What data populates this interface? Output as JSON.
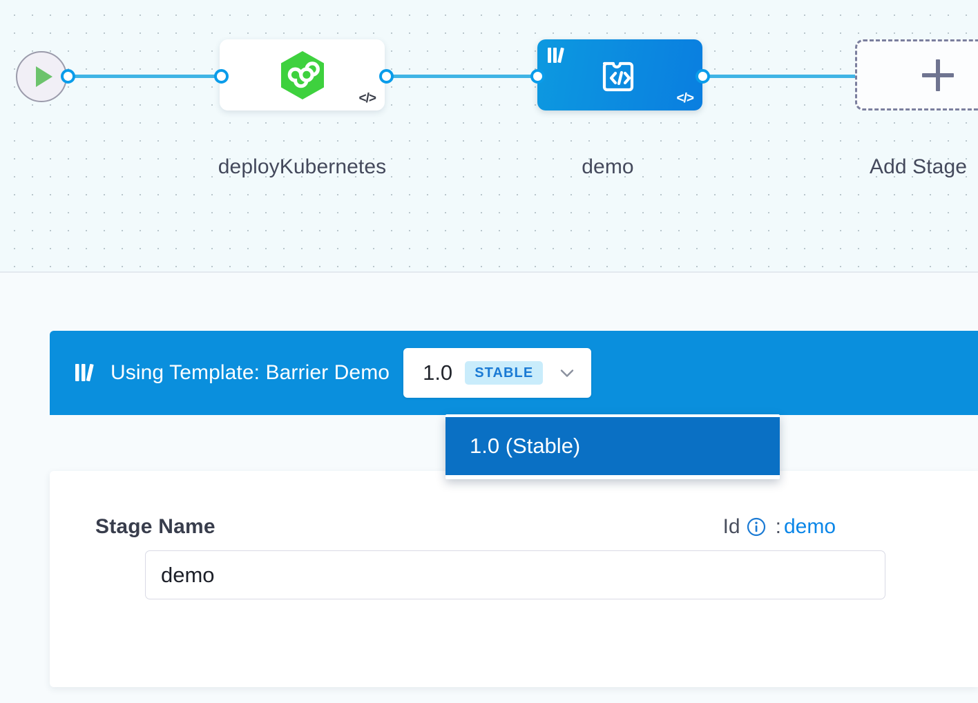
{
  "canvas": {
    "start_node": {
      "name": "start-node",
      "icon": "play-icon"
    },
    "nodes": [
      {
        "id": "deployKubernetes",
        "label": "deployKubernetes",
        "type": "kubernetes-deploy-stage",
        "icon": "harness-kubernetes-hexagon-icon",
        "corner_icon": "code-icon",
        "selected": false
      },
      {
        "id": "demo",
        "label": "demo",
        "type": "template-stage",
        "icon": "puzzle-code-icon",
        "template_icon": "template-library-icon",
        "corner_icon": "code-icon",
        "selected": true
      }
    ],
    "add_stage": {
      "label": "Add Stage",
      "icon": "plus-icon"
    }
  },
  "template_bar": {
    "icon": "template-library-icon",
    "text": "Using Template: Barrier Demo",
    "version": {
      "value": "1.0",
      "badge": "STABLE",
      "chevron": "chevron-down-icon"
    }
  },
  "version_menu": {
    "options": [
      {
        "label": "1.0 (Stable)",
        "selected": true
      }
    ]
  },
  "stage_form": {
    "name_label": "Stage Name",
    "id_label": "Id",
    "id_info_icon": "info-circle-icon",
    "id_separator": ":",
    "id_value": "demo",
    "name_input_value": "demo",
    "name_input_placeholder": "Stage Name"
  },
  "colors": {
    "accent_blue": "#0a8fdd",
    "link_blue": "#0a86e8",
    "connector_blue": "#0a9cea",
    "selected_node_blue": "#0d99e0",
    "menu_selected_blue": "#0a70c4",
    "stable_badge_bg": "#c9ecfb",
    "stable_badge_text": "#1a7ad4",
    "kubernetes_green": "#3dd13d",
    "play_green": "#6cc36c",
    "canvas_bg": "#f2fafc",
    "panel_bg": "#f7fbfd"
  }
}
